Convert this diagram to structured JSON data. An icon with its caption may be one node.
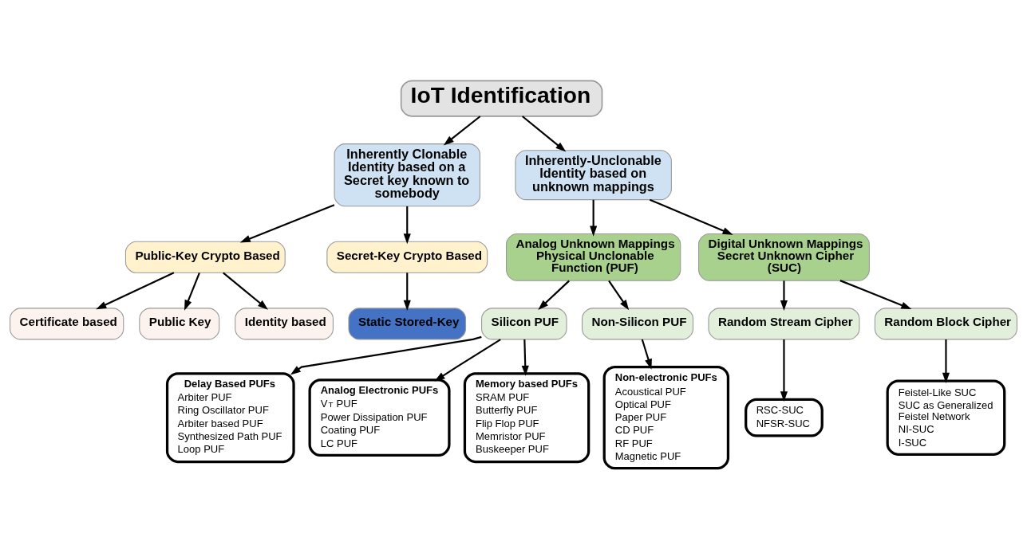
{
  "diagram": {
    "nodes": [
      {
        "text": [
          "IoT Identification"
        ]
      },
      {
        "text": [
          "Inherently Clonable Identity based on a Secret key known to somebody"
        ]
      },
      {
        "text": [
          "Inherently-Unclonable Identity based on unknown mappings"
        ]
      },
      {
        "text": [
          "Public-Key Crypto Based"
        ]
      },
      {
        "text": [
          "Secret-Key Crypto Based"
        ]
      },
      {
        "text": [
          "Certificate based"
        ]
      },
      {
        "text": [
          "Public Key"
        ]
      },
      {
        "text": [
          "Identity based"
        ]
      },
      {
        "text": [
          "Static Stored-Key"
        ]
      },
      {
        "text": [
          "Analog Unknown Mappings Physical Unclonable Function (PUF)"
        ]
      },
      {
        "text": [
          "Digital Unknown Mappings Secret Unknown Cipher (SUC)"
        ]
      },
      {
        "text": [
          "Silicon PUF"
        ]
      },
      {
        "text": [
          "Non-Silicon PUF"
        ]
      },
      {
        "text": [
          "Random Stream Cipher"
        ]
      },
      {
        "text": [
          "Random Block Cipher"
        ]
      },
      {
        "text": [
          "Delay Based PUFs",
          "Arbiter PUF",
          "Ring Oscillator PUF",
          "Arbiter based PUF",
          "Synthesized Path PUF",
          "Loop PUF"
        ]
      },
      {
        "text": [
          "Analog Electronic PUFs",
          "V$_{T}$ PUF",
          "Power Dissipation PUF",
          "Coating PUF",
          "LC PUF"
        ]
      },
      {
        "text": [
          "Memory based PUFs",
          "SRAM PUF",
          "Butterfly PUF",
          "Flip Flop PUF",
          "Memristor PUF",
          "Buskeeper PUF"
        ]
      },
      {
        "text": [
          "Non-electronic PUFs",
          "Acoustical PUF",
          "Optical PUF",
          "Paper PUF",
          "CD PUF",
          "RF PUF",
          "Magnetic PUF"
        ]
      },
      {
        "text": [
          "RSC-SUC",
          "NFSR-SUC"
        ]
      },
      {
        "text": [
          "Feistel-Like SUC",
          "SUC as Generalized Feistel Network",
          "NI-SUC",
          "I-SUC"
        ]
      }
    ],
    "edges": [
      {
        "from": 0,
        "to": 1,
        "arrow": "to"
      },
      {
        "from": 0,
        "to": 2,
        "arrow": "to"
      },
      {
        "from": 1,
        "to": 3,
        "arrow": "to"
      },
      {
        "from": 1,
        "to": 4,
        "arrow": "to"
      },
      {
        "from": 3,
        "to": 5,
        "arrow": "to"
      },
      {
        "from": 3,
        "to": 6,
        "arrow": "to"
      },
      {
        "from": 3,
        "to": 7,
        "arrow": "to"
      },
      {
        "from": 4,
        "to": 8,
        "arrow": "to"
      },
      {
        "from": 2,
        "to": 9,
        "arrow": "to"
      },
      {
        "from": 2,
        "to": 10,
        "arrow": "to"
      },
      {
        "from": 9,
        "to": 11,
        "arrow": "to"
      },
      {
        "from": 9,
        "to": 12,
        "arrow": "to"
      },
      {
        "from": 10,
        "to": 13,
        "arrow": "to"
      },
      {
        "from": 10,
        "to": 14,
        "arrow": "to"
      },
      {
        "from": 11,
        "to": 15,
        "arrow": "to"
      },
      {
        "from": 11,
        "to": 16,
        "arrow": "to"
      },
      {
        "from": 11,
        "to": 17,
        "arrow": "to"
      },
      {
        "from": 12,
        "to": 18,
        "arrow": "to"
      },
      {
        "from": 13,
        "to": 19,
        "arrow": "to"
      },
      {
        "from": 14,
        "to": 20,
        "arrow": "to"
      }
    ]
  }
}
